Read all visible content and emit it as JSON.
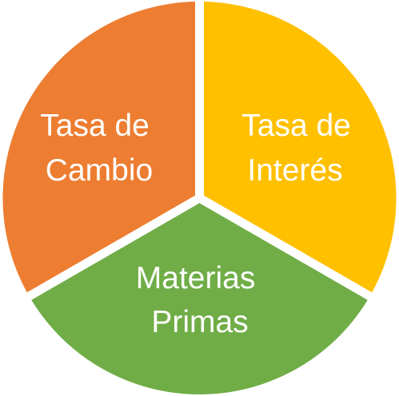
{
  "segments": [
    {
      "id": "tasa-de-cambio",
      "line1": "Tasa de",
      "line2": "Cambio",
      "color": "#ED7D31"
    },
    {
      "id": "tasa-de-interes",
      "line1": "Tasa de",
      "line2": "Interés",
      "color": "#FFC000"
    },
    {
      "id": "materias-primas",
      "line1": "Materias",
      "line2": "Primas",
      "color": "#70AD47"
    }
  ]
}
